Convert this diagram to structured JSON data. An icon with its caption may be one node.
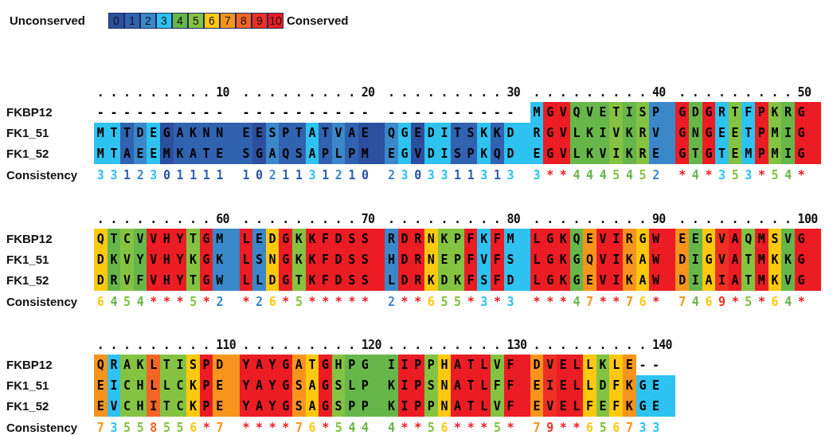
{
  "diagram": {
    "labels": [
      "Unconserved",
      "Conserved",
      ". . . . . . . . . 10",
      ". . . . . . . . . 20",
      ". . . . . . . . . 30",
      ". . . . . . . . . 40",
      ". . . . . . . . . 50",
      "FKBP12",
      "- - - - - - - - - -",
      "- - - - - - - - - -",
      "- - - - - - - - - -",
      "M G V Q V E T I S P",
      "G D G R T F P K R G",
      "FK1_51",
      "M T T D E G A K N N",
      "E E S P T A T V A E",
      "Q G E D I T S K K D",
      "R G V L K I V K R V",
      "G N G E E T P M I G",
      "FK1_52",
      "M T A E E M K A T E",
      "S G A Q S A P L P M",
      "E G V D I S P K Q D",
      "E G V L K V I K R E",
      "G T G T E M P M I G",
      "Consistency",
      "3 3 1 2 3 0 1 1 1 1",
      "1 0 2 1 1 3 1 2 1 0",
      "2 3 0 3 3 1 1 3 1 3",
      "3 * * 4 4 4 5 4 5 2",
      "* 4 * 3 5 3 * 5 4 *",
      ". . . . . . . . . 60",
      ". . . . . . . . . 70",
      ". . . . . . . . . 80",
      ". . . . . . . . . 90",
      ". . . . . . . . . 100",
      "FKBP12",
      "Q T C V V H Y T G M",
      "L E D G K K F D S S",
      "R D R N K P F K F M",
      "L G K Q E V I R G W",
      "E E G V A Q M S V G",
      "FK1_51",
      "D K V Y V H Y K G K",
      "L S N G K K F D S S",
      "H D R N E P F V F S",
      "L G K G Q V I K A W",
      "D I G V A T M K K G",
      "FK1_52",
      "D R V F V H Y T G W",
      "L L D G T K F D S S",
      "L D R K D K F S F D",
      "L G K G E V I K A W",
      "D I A I A T M K V G",
      "Consistency",
      "6 4 5 4 * * * 5 * 2",
      "* 2 6 * 5 * * * * *",
      "2 * * 6 5 5 * 3 * 3",
      "* * * 4 7 * * 7 6 *",
      "7 4 6 9 * 5 * 6 4 *",
      ". . . . . . . . . 110",
      ". . . . . . . . . 120",
      ". . . . . . . . . 130",
      ". . . . . . . . . 140",
      "FKBP12",
      "Q R A K L T I S P D",
      "Y A Y G A T G H P G",
      "I I P P H A T L V F",
      "D V E L L K L E - -",
      "FK1_51",
      "E I C H L L C K P E",
      "Y A Y G S A G S L P",
      "K I P S N A T L F F",
      "E I E L L D F K G E",
      "FK1_52",
      "E V C H I T C K P E",
      "Y A Y G S A G S P P",
      "K I P P N A T L V F",
      "E V E L F E F K G E",
      "Consistency",
      "7 3 5 5 8 5 5 6 * 7",
      "* * * * 7 6 * 5 4 4",
      "4 * * 5 6 * * * 5 *",
      "7 9 * * 6 5 6 7 3 3"
    ],
    "legend": [
      {
        "text": "0",
        "color": "#2c4f9e"
      },
      {
        "text": "1",
        "color": "#3062b0"
      },
      {
        "text": "2",
        "color": "#3a88c9"
      },
      {
        "text": "3",
        "color": "#2ec2f0"
      },
      {
        "text": "4",
        "color": "#67b64a"
      },
      {
        "text": "5",
        "color": "#84c341"
      },
      {
        "text": "6",
        "color": "#fdc90f"
      },
      {
        "text": "7",
        "color": "#f7941e"
      },
      {
        "text": "8",
        "color": "#f26524"
      },
      {
        "text": "9",
        "color": "#ee2f24"
      },
      {
        "text": "10",
        "color": "#ec1c24"
      }
    ]
  }
}
